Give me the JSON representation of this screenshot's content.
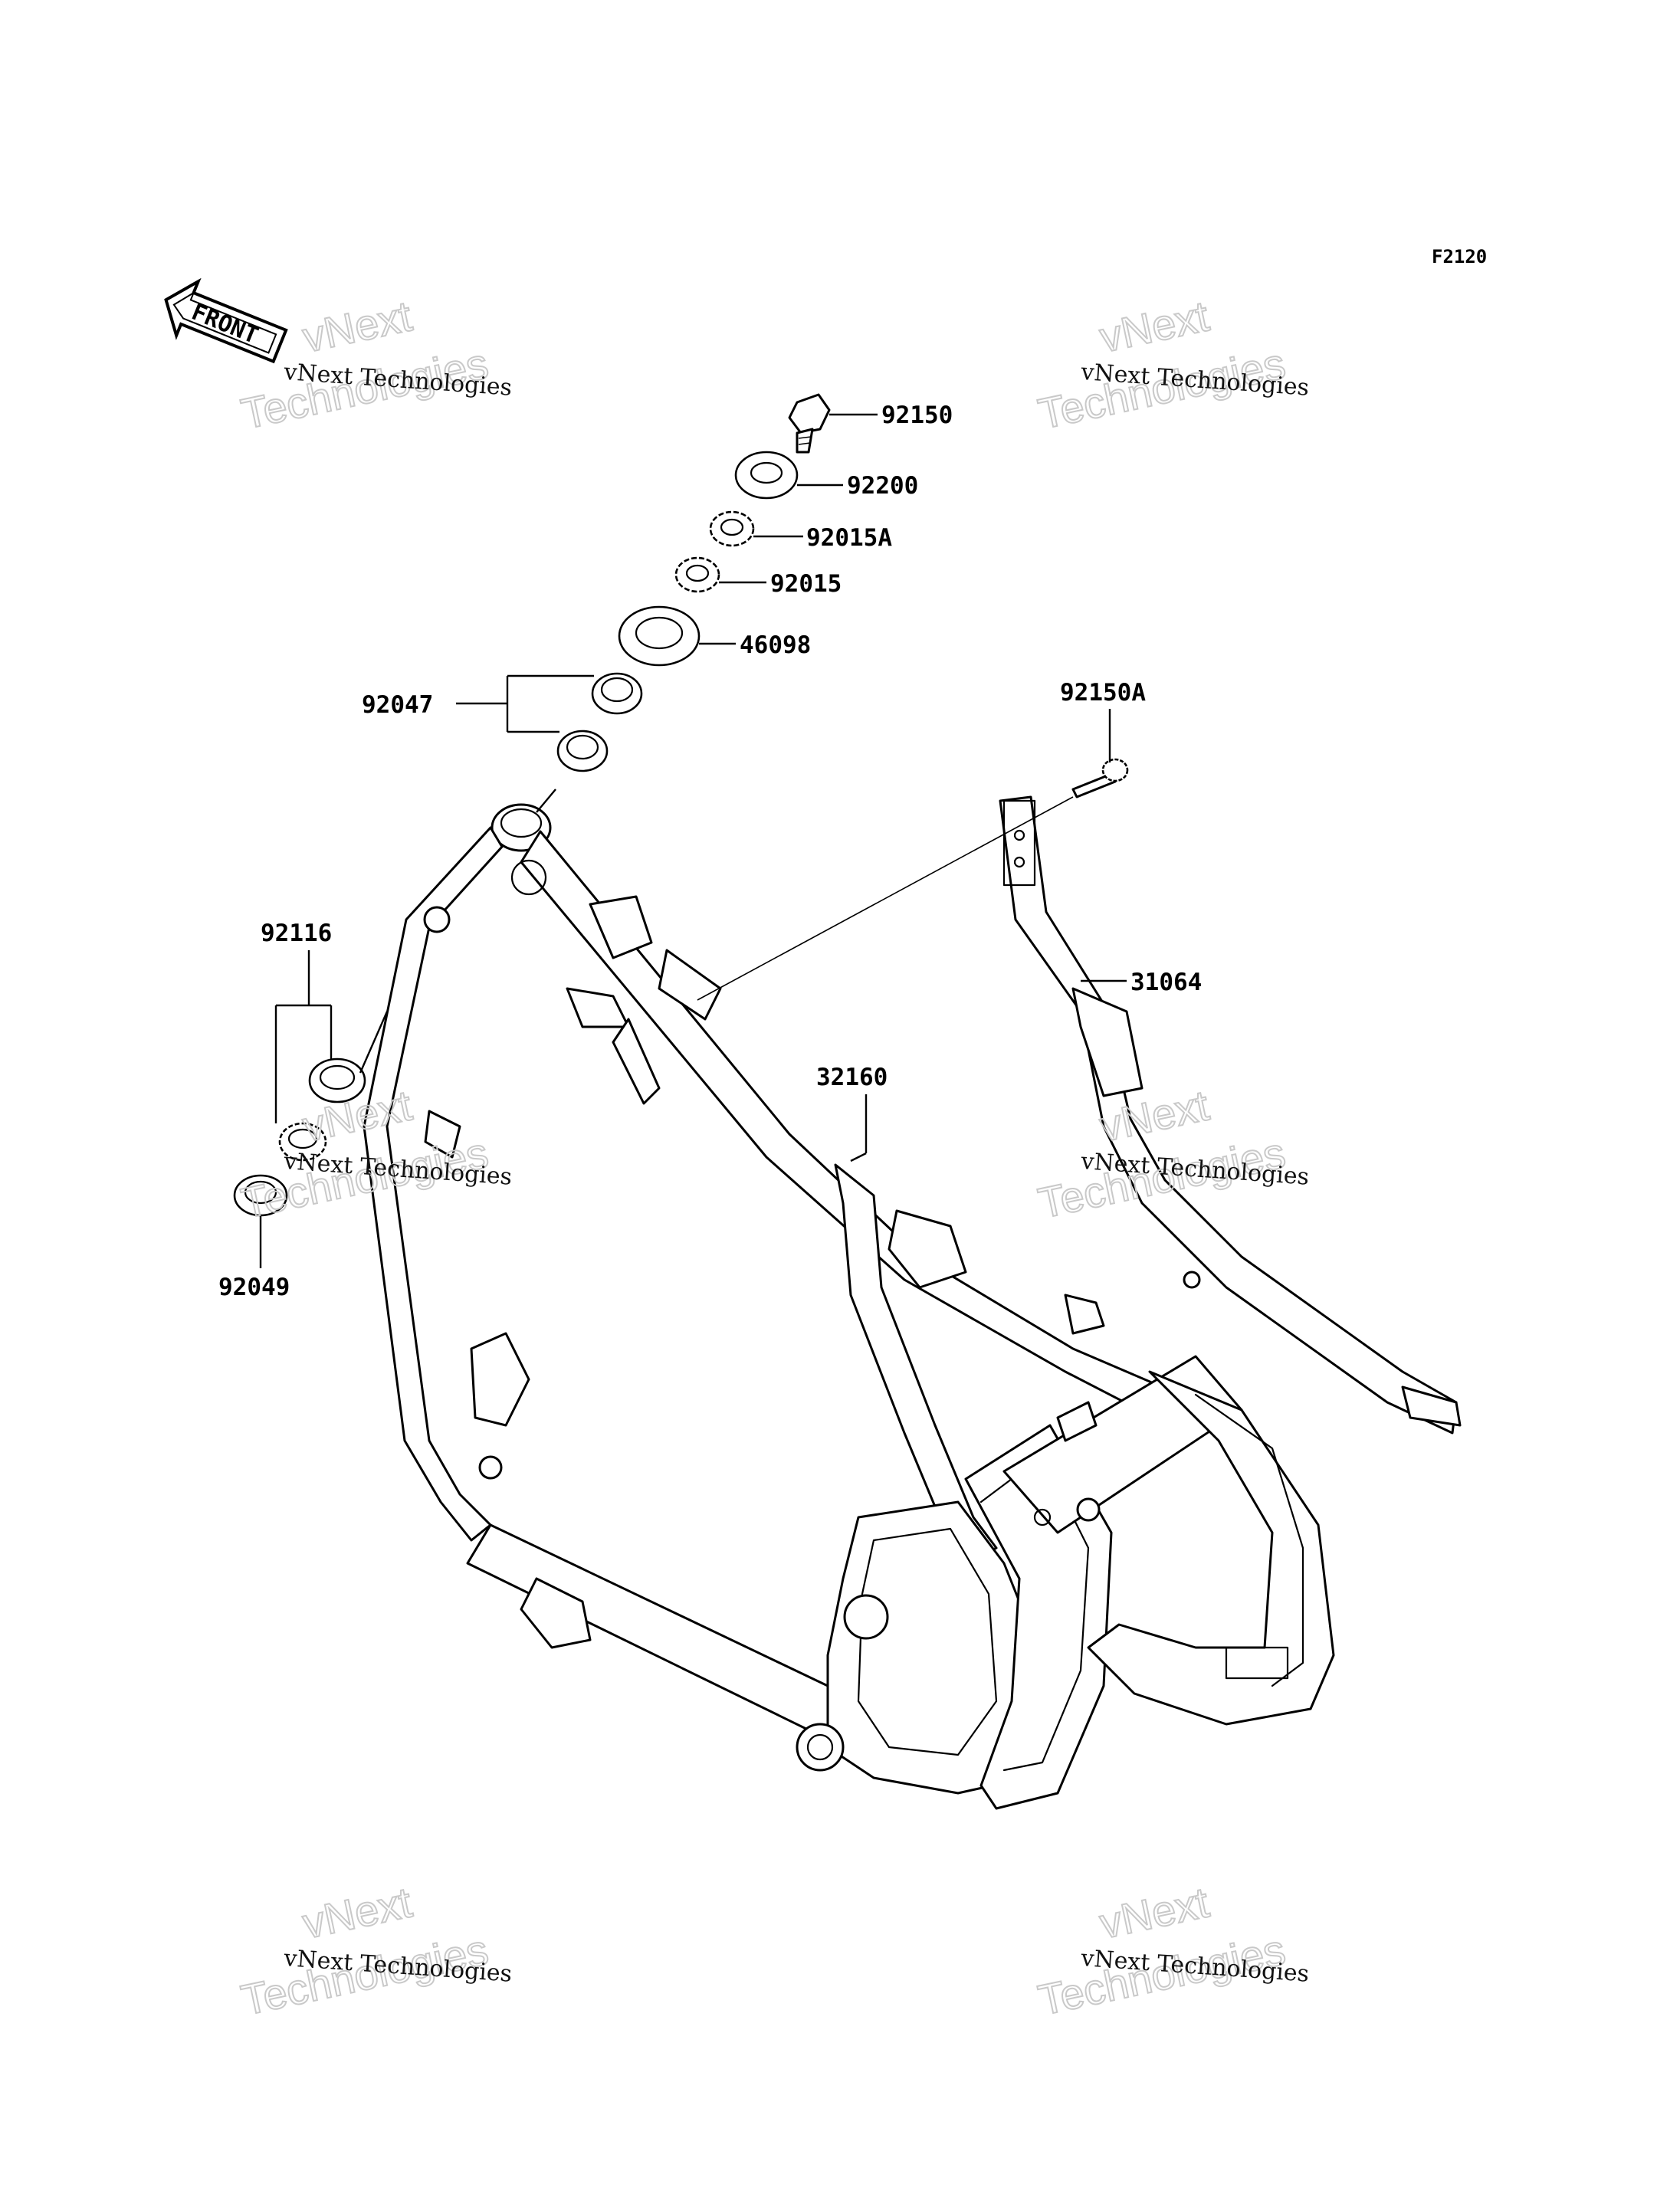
{
  "diagram": {
    "code": "F2120",
    "front_label": "FRONT",
    "parts": [
      {
        "id": "p92150",
        "number": "92150"
      },
      {
        "id": "p92200",
        "number": "92200"
      },
      {
        "id": "p92015A",
        "number": "92015A"
      },
      {
        "id": "p92015",
        "number": "92015"
      },
      {
        "id": "p46098",
        "number": "46098"
      },
      {
        "id": "p92047",
        "number": "92047"
      },
      {
        "id": "p92150A",
        "number": "92150A"
      },
      {
        "id": "p31064",
        "number": "31064"
      },
      {
        "id": "p92116",
        "number": "92116"
      },
      {
        "id": "p32160",
        "number": "32160"
      },
      {
        "id": "p92049",
        "number": "92049"
      }
    ]
  },
  "watermark": {
    "line_small": "vNext Technologies",
    "line_big_1": "vNext",
    "line_big_2": "Technologies"
  }
}
